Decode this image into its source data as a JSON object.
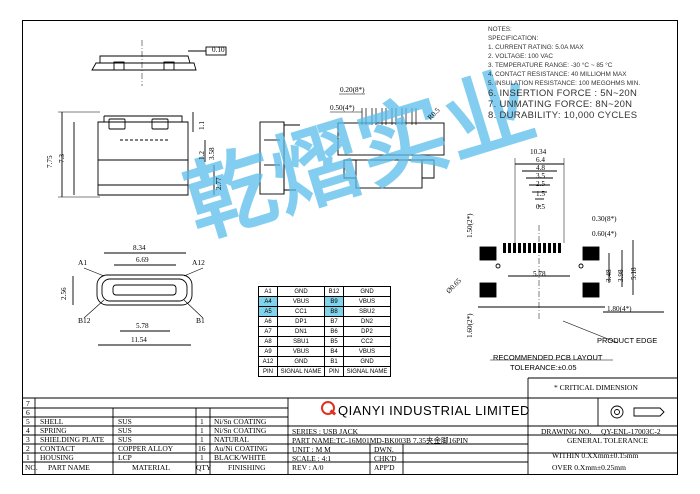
{
  "notes": {
    "heading": "NOTES:",
    "sub": "SPECIFICATION:",
    "items": [
      "1. CURRENT RATING: 5.0A MAX",
      "2. VOLTAGE: 100 VAC",
      "3. TEMPERATURE RANGE: -30 °C ~ 85 °C",
      "4. CONTACT RESISTANCE: 40 MILLIOHM MAX",
      "5. INSULATION RESISTANCE: 100 MEGOHMS MIN.",
      "6. INSERTION FORCE : 5N~20N",
      "7. UNMATING FORCE: 8N~20N",
      "8. DURABILITY:  10,000 CYCLES"
    ]
  },
  "dims": {
    "flatness": "0.10",
    "h775": "7.75",
    "h73": "7.3",
    "w11": "1.1",
    "h12": "1.2",
    "h358": "3.58",
    "h277": "2.77",
    "d020": "0.20(8*)",
    "d050": "0.50(4*)",
    "r05": "R0.5",
    "w834": "8.34",
    "w669": "6.69",
    "h256": "2.56",
    "w578": "5.78",
    "w1154": "11.54",
    "pcb_top": [
      "10.34",
      "6.4",
      "4.8",
      "3.5",
      "2.5",
      "1.5",
      "0.5"
    ],
    "pcb_030": "0.30(8*)",
    "pcb_060": "0.60(4*)",
    "pcb_150": "1.50(2*)",
    "pcb_065": "Ø0.65",
    "pcb_578": "5.78",
    "pcb_348": "3.48",
    "pcb_398": "3.98",
    "pcb_518": "5.18",
    "pcb_180": "1.80(4*)",
    "pcb_150b": "1.60(2*)"
  },
  "labels": {
    "a1": "A1",
    "a12": "A12",
    "b12": "B12",
    "b1": "B1",
    "product_edge": "PRODUCT EDGE",
    "pcb_title": "RECOMMENDED PCB LAYOUT",
    "tolerance": "TOLERANCE:±0.05",
    "critical": "* CRITICAL  DIMENSION"
  },
  "pins": {
    "rows": [
      {
        "a": "A1",
        "sa": "GND",
        "b": "B12",
        "sb": "GND"
      },
      {
        "a": "A4",
        "sa": "VBUS",
        "b": "B9",
        "sb": "VBUS"
      },
      {
        "a": "A5",
        "sa": "CC1",
        "b": "B8",
        "sb": "SBU2"
      },
      {
        "a": "A6",
        "sa": "DP1",
        "b": "B7",
        "sb": "DN2"
      },
      {
        "a": "A7",
        "sa": "DN1",
        "b": "B6",
        "sb": "DP2"
      },
      {
        "a": "A8",
        "sa": "SBU1",
        "b": "B5",
        "sb": "CC2"
      },
      {
        "a": "A9",
        "sa": "VBUS",
        "b": "B4",
        "sb": "VBUS"
      },
      {
        "a": "A12",
        "sa": "GND",
        "b": "B1",
        "sb": "GND"
      }
    ],
    "footer": {
      "a": "PIN",
      "sa": "SIGNAL NAME",
      "b": "PIN",
      "sb": "SIGNAL NAME"
    }
  },
  "watermark": "乾熠实业",
  "titleblock": {
    "company": "QIANYI INDUSTRIAL LIMITED",
    "drawing_no_label": "DRAWING NO.",
    "drawing_no": "QY-ENL-17003C-2",
    "general_tolerance": "GENERAL TOLERANCE",
    "within": "WITHIN 0.XXmm±0.15mm",
    "over": "OVER   0.Xmm±0.25mm",
    "series": "SERIES : USB JACK",
    "part_name": "PART NAME:TC-16M01MD-BK003B  7.35夹金脚16PIN",
    "unit": "UNIT : M M",
    "scale": "SCALE : 4:1",
    "rev": "REV  :  A/0",
    "dwn": "DWN.",
    "chkd": "CHK'D",
    "appd": "APP'D",
    "bom": [
      {
        "no": "7",
        "part": "",
        "mat": "",
        "qty": "",
        "fin": ""
      },
      {
        "no": "6",
        "part": "",
        "mat": "",
        "qty": "",
        "fin": ""
      },
      {
        "no": "5",
        "part": "SHELL",
        "mat": "SUS",
        "qty": "1",
        "fin": "Ni/Sn COATING"
      },
      {
        "no": "4",
        "part": "SPRING",
        "mat": "SUS",
        "qty": "1",
        "fin": "Ni/Sn COATING"
      },
      {
        "no": "3",
        "part": "SHIELDING PLATE",
        "mat": "SUS",
        "qty": "1",
        "fin": "NATURAL"
      },
      {
        "no": "2",
        "part": "CONTACT",
        "mat": "COPPER ALLOY",
        "qty": "16",
        "fin": "Au/Ni COATING"
      },
      {
        "no": "1",
        "part": "HOUSING",
        "mat": "LCP",
        "qty": "1",
        "fin": "BLACK/WHITE"
      }
    ],
    "bom_header": {
      "no": "NO.",
      "part": "PART NAME",
      "mat": "MATERIAL",
      "qty": "QTY",
      "fin": "FINISHING"
    }
  }
}
